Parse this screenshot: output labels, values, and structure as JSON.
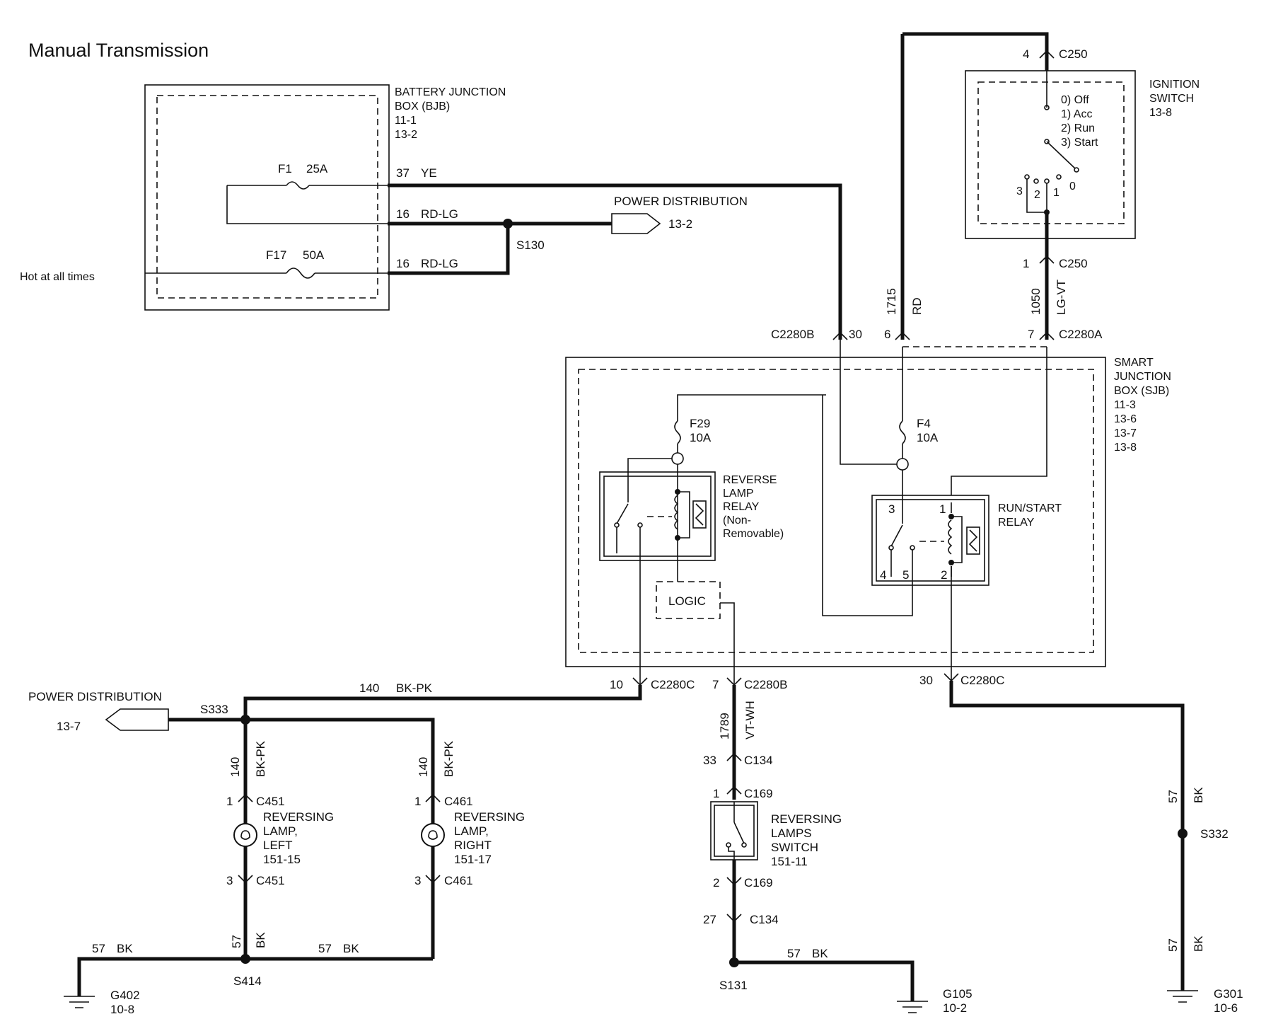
{
  "diagram": {
    "title": "Manual Transmission",
    "hot_label": "Hot at all times",
    "bjb": {
      "title_1": "BATTERY JUNCTION",
      "title_2": "BOX (BJB)",
      "ref_1": "11-1",
      "ref_2": "13-2",
      "fuse_f1": "F1",
      "fuse_f1_rating": "25A",
      "fuse_f17": "F17",
      "fuse_f17_rating": "50A"
    },
    "wires_top": {
      "w37": "37",
      "w37_color": "YE",
      "w16a": "16",
      "w16a_color": "RD-LG",
      "w16b": "16",
      "w16b_color": "RD-LG",
      "s130": "S130",
      "power_dist": "POWER DISTRIBUTION",
      "power_dist_ref": "13-2"
    },
    "ignition": {
      "title_1": "IGNITION",
      "title_2": "SWITCH",
      "ref": "13-8",
      "pos_0": "0) Off",
      "pos_1": "1) Acc",
      "pos_2": "2) Run",
      "pos_3": "3) Start",
      "t3": "3",
      "t2": "2",
      "t1": "1",
      "t0": "0",
      "c250_top_pin": "4",
      "c250_top": "C250",
      "c250_bot_pin": "1",
      "c250_bot": "C250"
    },
    "vertical_wires": {
      "w1715": "1715",
      "w1715_color": "RD",
      "w1050": "1050",
      "w1050_color": "LG-VT"
    },
    "sjb_connectors": {
      "c2280b_top": "C2280B",
      "c2280b_top_pin": "30",
      "pin6": "6",
      "pin7": "7",
      "c2280a": "C2280A"
    },
    "sjb": {
      "title_1": "SMART",
      "title_2": "JUNCTION",
      "title_3": "BOX (SJB)",
      "ref_1": "11-3",
      "ref_2": "13-6",
      "ref_3": "13-7",
      "ref_4": "13-8",
      "f29": "F29",
      "f29_rating": "10A",
      "f4": "F4",
      "f4_rating": "10A",
      "rev_relay_1": "REVERSE",
      "rev_relay_2": "LAMP",
      "rev_relay_3": "RELAY",
      "rev_relay_4": "(Non-",
      "rev_relay_5": "Removable)",
      "run_relay_1": "RUN/START",
      "run_relay_2": "RELAY",
      "logic": "LOGIC",
      "rs_pin3": "3",
      "rs_pin1": "1",
      "rs_pin4": "4",
      "rs_pin5": "5",
      "rs_pin2": "2"
    },
    "lower": {
      "c2280c_left_pin": "10",
      "c2280c_left": "C2280C",
      "c2280b_bot_pin": "7",
      "c2280b_bot": "C2280B",
      "c2280c_right_pin": "30",
      "c2280c_right": "C2280C",
      "w140": "140",
      "w140_color": "BK-PK",
      "power_dist": "POWER DISTRIBUTION",
      "power_dist_ref": "13-7",
      "s333": "S333",
      "left_w140": "140",
      "left_w140_color": "BK-PK",
      "right_w140": "140",
      "right_w140_color": "BK-PK",
      "c451_top_pin": "1",
      "c451_top": "C451",
      "c461_top_pin": "1",
      "c461_top": "C461",
      "lamp_left_1": "REVERSING",
      "lamp_left_2": "LAMP,",
      "lamp_left_3": "LEFT",
      "lamp_left_4": "151-15",
      "lamp_right_1": "REVERSING",
      "lamp_right_2": "LAMP,",
      "lamp_right_3": "RIGHT",
      "lamp_right_4": "151-17",
      "c451_bot_pin": "3",
      "c451_bot": "C451",
      "c461_bot_pin": "3",
      "c461_bot": "C461",
      "w57_vert": "57",
      "w57_vert_color": "BK",
      "w57_left": "57",
      "w57_left_color": "BK",
      "w57_mid": "57",
      "w57_mid_color": "BK",
      "s414": "S414",
      "g402": "G402",
      "g402_ref": "10-8",
      "w1789": "1789",
      "w1789_color": "VT-WH",
      "c134_top_pin": "33",
      "c134_top": "C134",
      "c169_top_pin": "1",
      "c169_top": "C169",
      "sw_1": "REVERSING",
      "sw_2": "LAMPS",
      "sw_3": "SWITCH",
      "sw_4": "151-11",
      "c169_bot_pin": "2",
      "c169_bot": "C169",
      "c134_bot_pin": "27",
      "c134_bot": "C134",
      "s131": "S131",
      "w57_s131": "57",
      "w57_s131_color": "BK",
      "g105": "G105",
      "g105_ref": "10-2",
      "w57_r1": "57",
      "w57_r1_color": "BK",
      "s332": "S332",
      "w57_r2": "57",
      "w57_r2_color": "BK",
      "g301": "G301",
      "g301_ref": "10-6"
    }
  }
}
